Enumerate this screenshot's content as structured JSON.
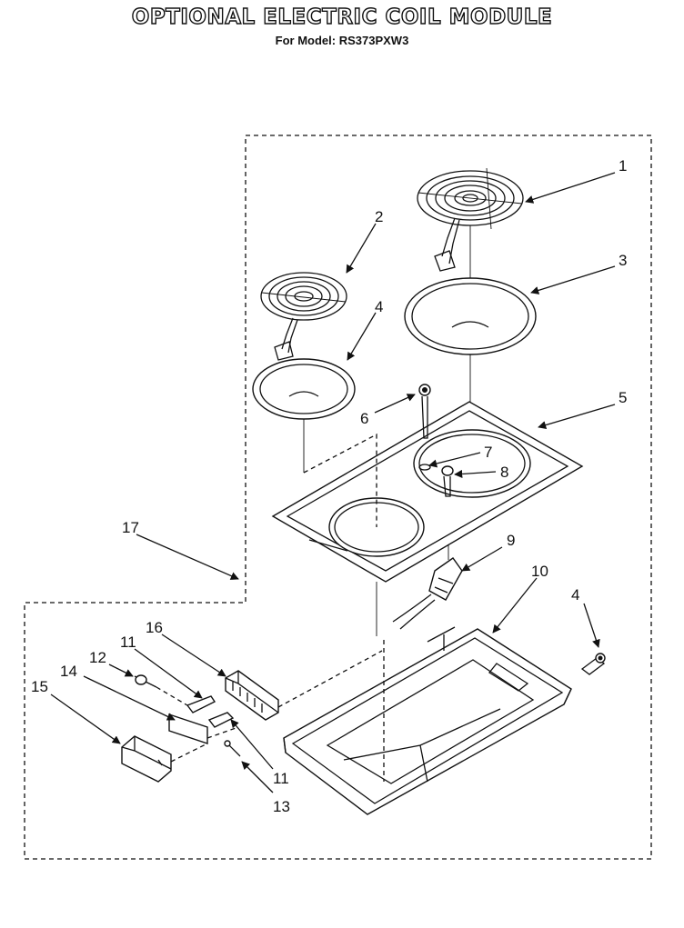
{
  "header": {
    "title": "OPTIONAL ELECTRIC COIL MODULE",
    "subtitle": "For Model: RS373PXW3"
  },
  "callouts": {
    "c1": "1",
    "c2": "2",
    "c3": "3",
    "c4a": "4",
    "c4b": "4",
    "c5": "5",
    "c6": "6",
    "c7": "7",
    "c8": "8",
    "c9": "9",
    "c10": "10",
    "c11a": "11",
    "c11b": "11",
    "c12": "12",
    "c13": "13",
    "c14": "14",
    "c15": "15",
    "c16": "16",
    "c17": "17"
  }
}
